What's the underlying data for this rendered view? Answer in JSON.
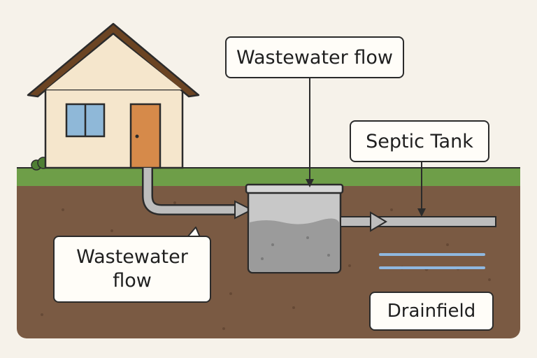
{
  "diagram": {
    "labels": {
      "top_flow": "Wastewater flow",
      "septic_tank": "Septic Tank",
      "bubble_flow": "Wastewater flow",
      "drainfield": "Drainfield"
    },
    "colors": {
      "background": "#f6f2ea",
      "soil": "#7a5a43",
      "grass": "#6e9e48",
      "house_wall": "#f5e6cc",
      "roof": "#6b4423",
      "door": "#d68a4a",
      "window": "#8fb8d8",
      "pipe": "#b8b8b8",
      "tank": "#a8a8a8",
      "drain_lines": "#8fb8e0"
    }
  }
}
